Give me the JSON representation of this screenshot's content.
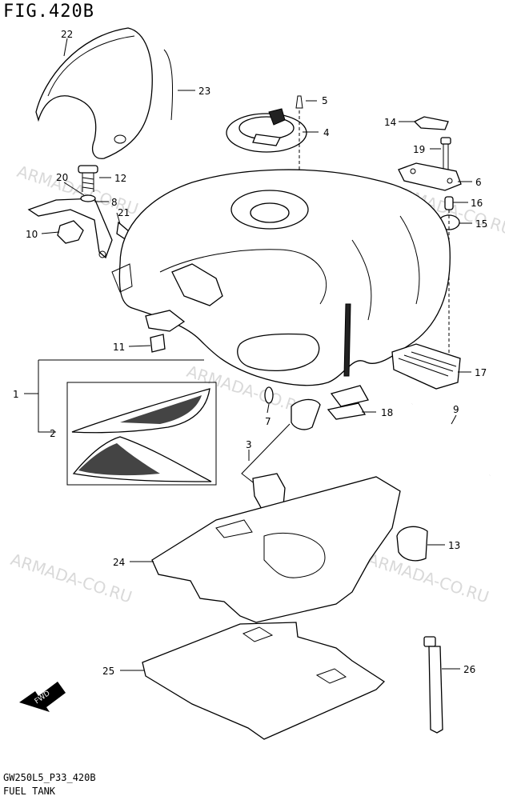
{
  "figure_title": "FIG.420B",
  "footer": {
    "code": "GW250L5_P33_420B",
    "name": "FUEL TANK"
  },
  "watermark": "ARMADA-CO.RU",
  "fwd_label": "FWD",
  "callouts": {
    "c1": "1",
    "c2": "2",
    "c3": "3",
    "c4": "4",
    "c5": "5",
    "c6": "6",
    "c7": "7",
    "c8": "8",
    "c9": "9",
    "c10": "10",
    "c11": "11",
    "c12": "12",
    "c13": "13",
    "c14": "14",
    "c15": "15",
    "c16": "16",
    "c17": "17",
    "c18": "18",
    "c19": "19",
    "c20": "20",
    "c21": "21",
    "c22": "22",
    "c23": "23",
    "c24": "24",
    "c25": "25",
    "c26": "26"
  }
}
